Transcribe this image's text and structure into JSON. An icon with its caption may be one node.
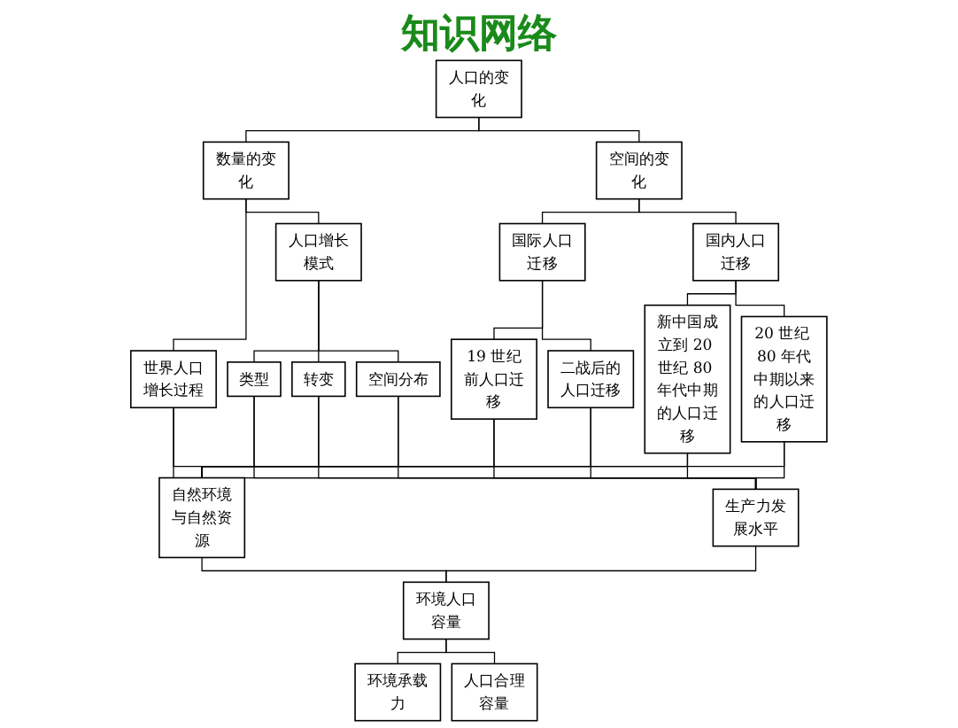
{
  "diagram": {
    "title": "知识网络",
    "nodes": [
      {
        "text": [
          "人口的变化"
        ]
      },
      {
        "text": [
          "数量的变化"
        ]
      },
      {
        "text": [
          "空间的变化"
        ]
      },
      {
        "text": [
          "世界人口增长过程"
        ]
      },
      {
        "text": [
          "人口增长模式"
        ]
      },
      {
        "text": [
          "类型"
        ]
      },
      {
        "text": [
          "转变"
        ]
      },
      {
        "text": [
          "空间分布"
        ]
      },
      {
        "text": [
          "国际人口迁移"
        ]
      },
      {
        "text": [
          "国内人口迁移"
        ]
      },
      {
        "text": [
          "19 世纪前人口迁移"
        ]
      },
      {
        "text": [
          "二战后的人口迁移"
        ]
      },
      {
        "text": [
          "新中国成立到 20 世纪 80 年代中期的人口迁移"
        ]
      },
      {
        "text": [
          "20 世纪 80 年代中期以来的人口迁移"
        ]
      },
      {
        "text": [
          "自然环境与自然资源"
        ]
      },
      {
        "text": [
          "生产力发展水平"
        ]
      },
      {
        "text": [
          "环境承载力"
        ]
      },
      {
        "text": [
          "环境人口容量"
        ]
      },
      {
        "text": [
          "人口合理容量"
        ]
      }
    ],
    "edges": [
      {
        "from": 0,
        "to": 1,
        "arrow": "none"
      },
      {
        "from": 0,
        "to": 2,
        "arrow": "none"
      },
      {
        "from": 1,
        "to": 3,
        "arrow": "none"
      },
      {
        "from": 1,
        "to": 4,
        "arrow": "none"
      },
      {
        "from": 4,
        "to": 5,
        "arrow": "none"
      },
      {
        "from": 4,
        "to": 6,
        "arrow": "none"
      },
      {
        "from": 4,
        "to": 7,
        "arrow": "none"
      },
      {
        "from": 2,
        "to": 8,
        "arrow": "none"
      },
      {
        "from": 2,
        "to": 9,
        "arrow": "none"
      },
      {
        "from": 8,
        "to": 10,
        "arrow": "none"
      },
      {
        "from": 8,
        "to": 11,
        "arrow": "none"
      },
      {
        "from": 9,
        "to": 12,
        "arrow": "none"
      },
      {
        "from": 9,
        "to": 13,
        "arrow": "none"
      },
      {
        "from": 3,
        "to": 14,
        "arrow": "none"
      },
      {
        "from": 3,
        "to": 15,
        "arrow": "none"
      },
      {
        "from": 5,
        "to": 14,
        "arrow": "none"
      },
      {
        "from": 5,
        "to": 15,
        "arrow": "none"
      },
      {
        "from": 6,
        "to": 14,
        "arrow": "none"
      },
      {
        "from": 6,
        "to": 15,
        "arrow": "none"
      },
      {
        "from": 7,
        "to": 14,
        "arrow": "none"
      },
      {
        "from": 7,
        "to": 15,
        "arrow": "none"
      },
      {
        "from": 10,
        "to": 14,
        "arrow": "none"
      },
      {
        "from": 10,
        "to": 15,
        "arrow": "none"
      },
      {
        "from": 11,
        "to": 14,
        "arrow": "none"
      },
      {
        "from": 11,
        "to": 15,
        "arrow": "none"
      },
      {
        "from": 12,
        "to": 14,
        "arrow": "none"
      },
      {
        "from": 12,
        "to": 15,
        "arrow": "none"
      },
      {
        "from": 13,
        "to": 14,
        "arrow": "none"
      },
      {
        "from": 13,
        "to": 15,
        "arrow": "none"
      },
      {
        "from": 14,
        "to": 17,
        "arrow": "none"
      },
      {
        "from": 15,
        "to": 17,
        "arrow": "none"
      },
      {
        "from": 17,
        "to": 16,
        "arrow": "none"
      },
      {
        "from": 17,
        "to": 18,
        "arrow": "none"
      }
    ]
  }
}
